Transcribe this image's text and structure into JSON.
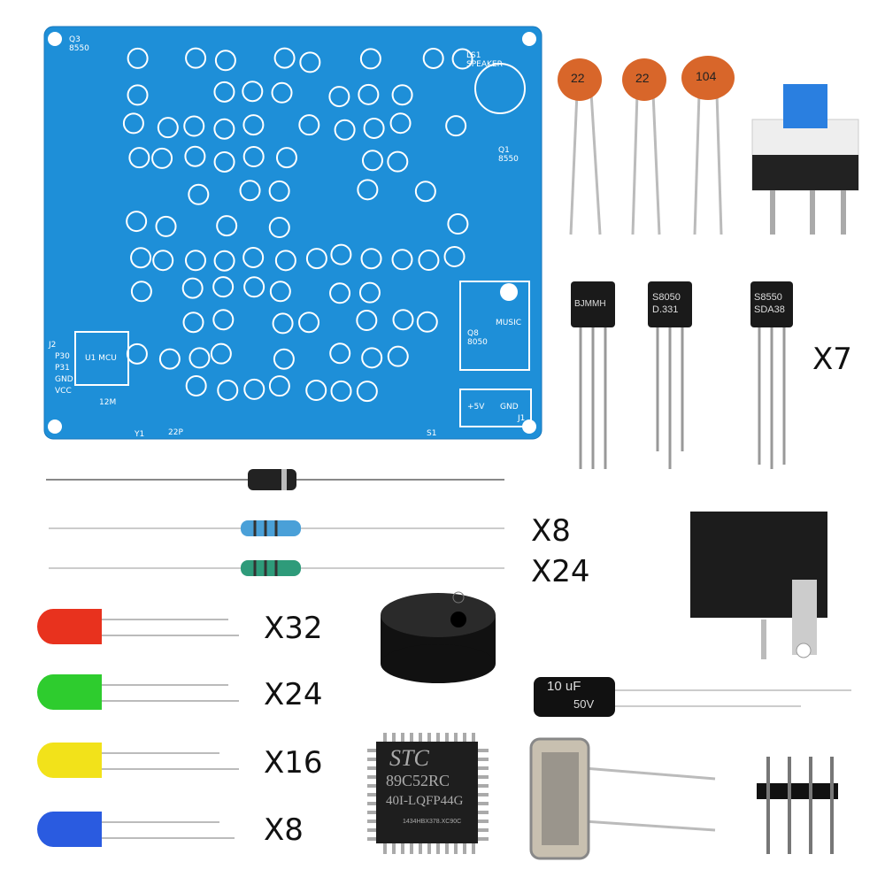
{
  "pcb": {
    "color": "#1e8fd8",
    "labels": {
      "speaker": "LS1 SPEAKER",
      "j2": "J2",
      "p30": "P30",
      "p31": "P31",
      "gnd": "GND",
      "vcc": "VCC",
      "v5": "+5V",
      "gnd2": "GND",
      "j1": "J1",
      "music": "MUSIC",
      "mcu": "U1 MCU",
      "crystal": "12M",
      "y1": "Y1",
      "c22p": "22P",
      "s1": "S1",
      "q1": "Q1 8550",
      "q3": "Q3 8550",
      "q8": "Q8 8050"
    }
  },
  "capacitors": [
    "22",
    "22",
    "104"
  ],
  "transistors": [
    {
      "line1": "BJMMH",
      "line2": ""
    },
    {
      "line1": "S8050",
      "line2": "D.331"
    },
    {
      "line1": "S8550",
      "line2": "SDA38"
    }
  ],
  "quantities": {
    "transistors": "X7",
    "resistor_a": "X8",
    "resistor_b": "X24",
    "led_red": "X32",
    "led_green": "X24",
    "led_yellow": "X16",
    "led_blue": "X8"
  },
  "electrolytic": {
    "value": "10 uF",
    "voltage": "50V"
  },
  "chip": {
    "brand": "STC",
    "model": "89C52RC",
    "package": "40I-LQFP44G",
    "code": "1434HBX378.XC90C"
  },
  "led_colors": {
    "red": "#e8321e",
    "green": "#2ecc2e",
    "yellow": "#f2e21a",
    "blue": "#2a5be0"
  }
}
